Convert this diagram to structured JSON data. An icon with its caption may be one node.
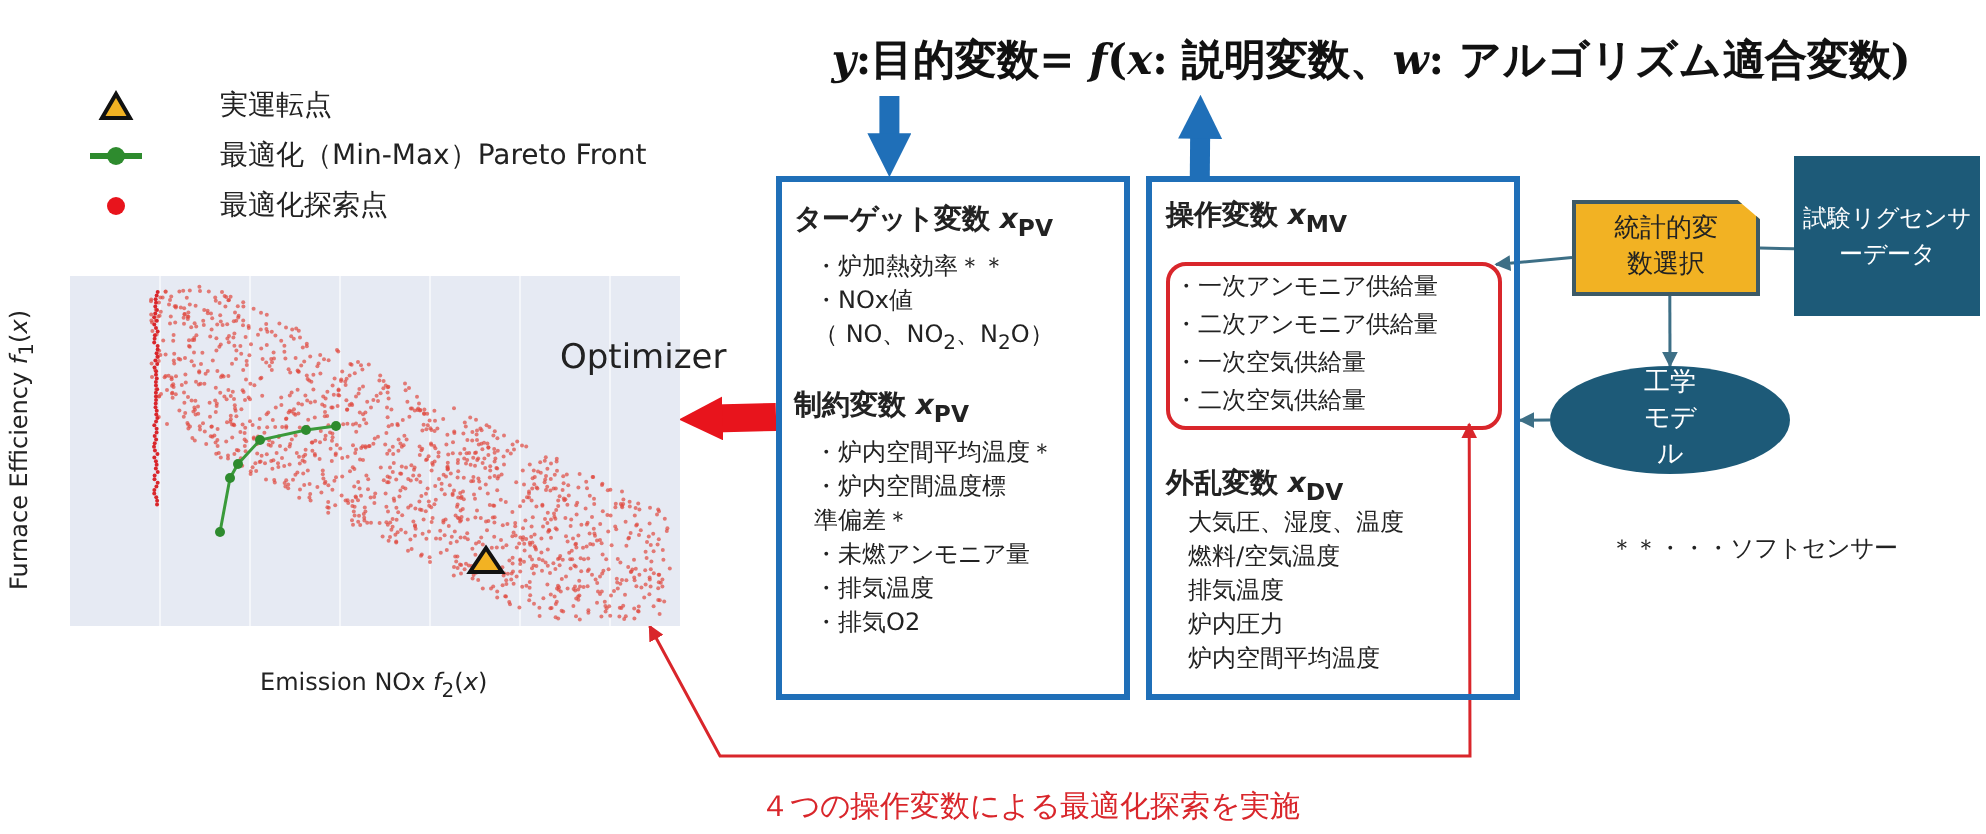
{
  "diagram": {
    "nodes": [
      {
        "text": [
          "*y*:目的変数= *f*(*x*: 説明変数、*w*: アルゴリズム適合変数)"
        ]
      },
      {
        "text": [
          "ターゲット変数 *x*$_{PV}$",
          "・炉加熱効率＊＊",
          "・NOx値",
          "（ NO、NO$_{2}$、N$_{2}$O）",
          "制約変数 *x*$_{PV}$",
          "・炉内空間平均温度＊",
          "・炉内空間温度標準偏差＊",
          "・未燃アンモニア量",
          "・排気温度",
          "・排気O2"
        ]
      },
      {
        "text": [
          "操作変数 *x*$_{MV}$",
          "外乱変数 *x*$_{DV}$",
          "大気圧、湿度、温度",
          "燃料/空気温度",
          "排気温度",
          "炉内圧力",
          "炉内空間平均温度"
        ]
      },
      {
        "text": [
          "・一次アンモニア供給量",
          "・二次アンモニア供給量",
          "・一次空気供給量",
          "・二次空気供給量"
        ],
        "in": 2
      },
      {
        "text": [
          "統計的変数選択"
        ]
      },
      {
        "text": [
          "試験リグセンサーデータ"
        ]
      },
      {
        "text": [
          "工学モデル"
        ]
      },
      {
        "text": [],
        "shape": "picture"
      }
    ],
    "edges": [
      {
        "from": 0,
        "to": 1,
        "arrow": "to",
        "style": "thick",
        "color": "#1f6fb8"
      },
      {
        "from": 2,
        "to": 0,
        "arrow": "to",
        "style": "thick",
        "color": "#1f6fb8"
      },
      {
        "from": 1,
        "to": 7,
        "arrow": "to",
        "label": "Optimizer",
        "style": "thick",
        "color": "#e8141c"
      },
      {
        "from": 3,
        "to": 7,
        "arrow": "both",
        "color": "#d9262b"
      },
      {
        "from": 5,
        "to": 4,
        "arrow": "none"
      },
      {
        "from": 4,
        "to": 3,
        "arrow": "to"
      },
      {
        "from": 4,
        "to": 6,
        "arrow": "to"
      },
      {
        "from": 6,
        "to": 2,
        "arrow": "to"
      }
    ],
    "labels": [
      "Furnace Efficiency *f*$_{1}$(*x*)",
      "Emission NOx *f*$_{2}$(*x*)",
      "＊＊・・・ソフトセンサー",
      "４つの操作変数による最適化探索を実施"
    ],
    "legend": [
      {
        "text": "実運転点"
      },
      {
        "text": "最適化（Min-Max）Pareto Front"
      },
      {
        "text": "最適化探索点"
      }
    ]
  }
}
